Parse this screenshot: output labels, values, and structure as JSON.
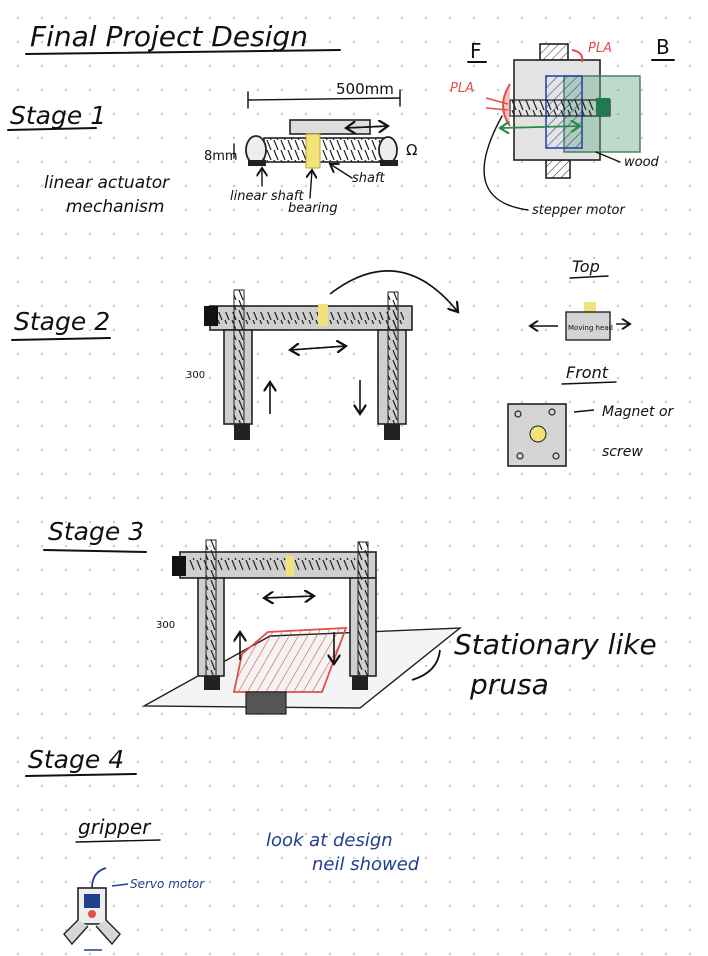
{
  "title": "Final Project Design",
  "stage1": {
    "label": "Stage 1",
    "note_line1": "linear actuator",
    "note_line2": "mechanism",
    "length_label": "500mm",
    "diameter_label": "8mm",
    "bearing_label_line1": "linear shaft",
    "bearing_label_line2": "bearing",
    "shaft_label": "shaft"
  },
  "end_detail": {
    "front_label": "F",
    "back_label": "B",
    "pla_top_label": "PLA",
    "pla_left_label": "PLA",
    "wood_label": "wood",
    "stepper_label": "stepper motor"
  },
  "stage2": {
    "label": "Stage 2",
    "height_label": "300",
    "top_view_label": "Top",
    "moving_head_label": "Moving head",
    "front_view_label": "Front",
    "magnet_label_line1": "Magnet or",
    "magnet_label_line2": "screw"
  },
  "stage3": {
    "label": "Stage 3",
    "height_label": "300",
    "note_line1": "Stationary like",
    "note_line2": "prusa"
  },
  "stage4": {
    "label": "Stage 4",
    "gripper_label": "gripper",
    "servo_label": "Servo motor",
    "note_line1": "look at design",
    "note_line2": "neil showed"
  },
  "colors": {
    "ink": "#111111",
    "pla": "#e0504a",
    "wood": "#6fae8b",
    "bearing": "#f2e27a",
    "note_blue": "#1f3f8f"
  }
}
